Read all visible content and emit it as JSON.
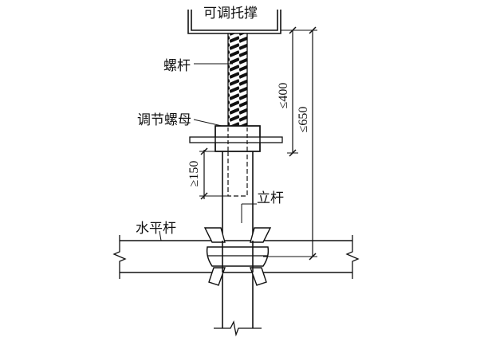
{
  "labels": {
    "adjustable_support": "可调托撑",
    "screw_rod": "螺杆",
    "adjusting_nut": "调节螺母",
    "vertical_pole": "立杆",
    "horizontal_bar": "水平杆"
  },
  "dimensions": {
    "rod_extension": "≤400",
    "total_height": "≤650",
    "insertion_depth": "≥150"
  }
}
